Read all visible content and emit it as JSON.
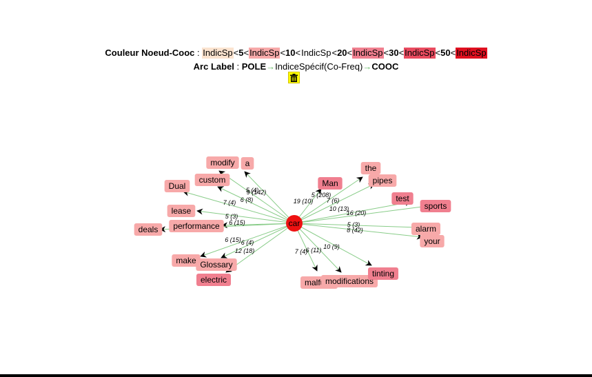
{
  "legend": {
    "node_label": "Couleur Noeud-Cooc",
    "sep": " : ",
    "sw1": "IndicSp",
    "lt1": "<",
    "th1": "5",
    "sw2": "IndicSp",
    "lt2": "<",
    "th2": "10",
    "sw3": "IndicSp",
    "lt3": "<",
    "th3": "20",
    "sw4": "IndicSp",
    "lt4": "<",
    "th4": "30",
    "sw5": "IndicSp",
    "lt5": "<",
    "th5": "50",
    "sw6": "IndicSp",
    "lt6": "<",
    "colors": [
      "#fbe3cf",
      "#f7a9a9",
      "#ffffff",
      "#f07f8f",
      "#e94b5f",
      "#e01020"
    ],
    "arc_label": "Arc Label",
    "pole": "POLE",
    "indice": "IndiceSpécif(Co-Freq)",
    "cooc": "COOC",
    "arrow": "→"
  },
  "trash": {
    "icon": "trash-icon",
    "color": "#ffff00"
  },
  "graph": {
    "edge_color": "#88cc88",
    "center": {
      "label": "car",
      "color": "#ee1111"
    },
    "nodes": [
      {
        "label": "modify",
        "color": "#f7a9a9"
      },
      {
        "label": "a",
        "color": "#f7a9a9"
      },
      {
        "label": "custom",
        "color": "#f7a9a9"
      },
      {
        "label": "Dual",
        "color": "#f7a9a9"
      },
      {
        "label": "lease",
        "color": "#f7a9a9"
      },
      {
        "label": "performance",
        "color": "#f7a9a9"
      },
      {
        "label": "deals",
        "color": "#f7a9a9"
      },
      {
        "label": "make",
        "color": "#f7a9a9"
      },
      {
        "label": "Glossary",
        "color": "#f7a9a9"
      },
      {
        "label": "electric",
        "color": "#f07f8f"
      },
      {
        "label": "malfunc",
        "color": "#f7a9a9"
      },
      {
        "label": "modifications",
        "color": "#f7a9a9"
      },
      {
        "label": "tinting",
        "color": "#f07f8f"
      },
      {
        "label": "the",
        "color": "#f7a9a9"
      },
      {
        "label": "pipes",
        "color": "#f7a9a9"
      },
      {
        "label": "Man",
        "color": "#f07f8f"
      },
      {
        "label": "test",
        "color": "#f07f8f"
      },
      {
        "label": "sports",
        "color": "#f07f8f"
      },
      {
        "label": "alarm",
        "color": "#f7a9a9"
      },
      {
        "label": "your",
        "color": "#f7a9a9"
      }
    ],
    "edge_labels": [
      "5 (4)",
      "9 (142)",
      "6 (8)",
      "7 (4)",
      "5 (3)",
      "6 (15)",
      "(4",
      "6 (15)",
      "6 (4)",
      "12 (18)",
      "7 (4)",
      "6 (11)",
      "10 (9)",
      "19 (10)",
      "5 (208)",
      "7 (6)",
      "10 (13)",
      "16 (20)",
      "5 (3)",
      "8 (42)"
    ]
  }
}
